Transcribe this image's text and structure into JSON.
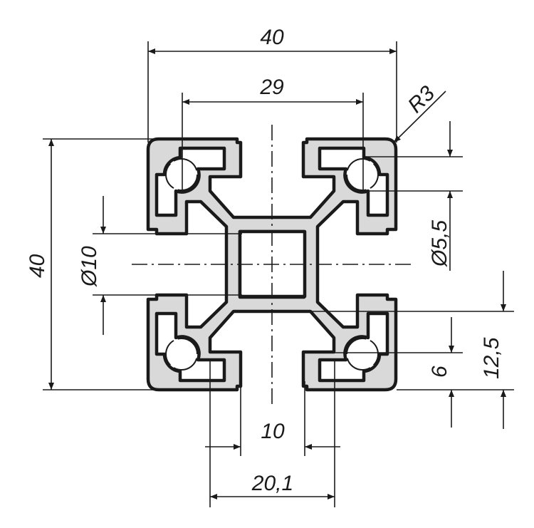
{
  "drawing": {
    "title": "Aluminium profile 40x40 cross-section",
    "dimensions": {
      "width_overall": "40",
      "groove_spacing": "29",
      "corner_radius": "R3",
      "bore_diameter": "Ø5,5",
      "height_overall": "40",
      "center_bore": "Ø10",
      "slot_offset_outer": "12,5",
      "slot_depth": "6",
      "slot_width": "10",
      "slot_inner_width": "20,1"
    },
    "colors": {
      "profile_fill": "#d9d9d9",
      "line": "#1a1a1a"
    }
  }
}
